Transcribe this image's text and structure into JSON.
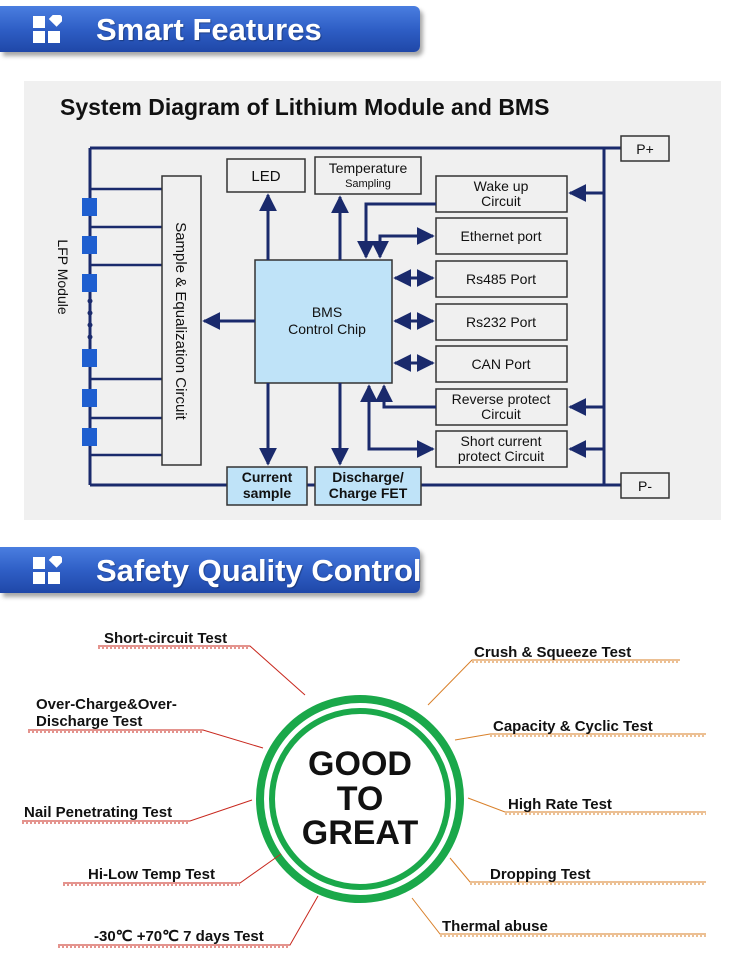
{
  "header1": {
    "title": "Smart Features"
  },
  "diagram": {
    "title": "System Diagram of Lithium Module and BMS",
    "led": "LED",
    "temp_line1": "Temperature",
    "temp_line2": "Sampling",
    "wake_line1": "Wake up",
    "wake_line2": "Circuit",
    "ethernet": "Ethernet port",
    "rs485": "Rs485 Port",
    "rs232": "Rs232 Port",
    "can": "CAN Port",
    "reverse_line1": "Reverse protect",
    "reverse_line2": "Circuit",
    "short_line1": "Short current",
    "short_line2": "protect Circuit",
    "bms_line1": "BMS",
    "bms_line2": "Control Chip",
    "sample_eq": "Sample & Equalization Circuit",
    "lfp": "LFP Module",
    "current_line1": "Current",
    "current_line2": "sample",
    "fet_line1": "Discharge/",
    "fet_line2": "Charge FET",
    "p_plus": "P+",
    "p_minus": "P-",
    "colors": {
      "line": "#1a2a6c",
      "bms_fill": "#bfe3f8",
      "cell": "#1f5fd0"
    }
  },
  "header2": {
    "title": "Safety Quality Control"
  },
  "qc": {
    "center_line1": "GOOD",
    "center_line2": "TO",
    "center_line3": "GREAT",
    "tests_left": [
      "Short-circuit Test",
      "Over-Charge&Over-",
      "Discharge Test",
      "Nail Penetrating Test",
      "Hi-Low Temp Test",
      "-30℃ +70℃ 7 days Test"
    ],
    "tests_right": [
      "Crush & Squeeze Test",
      "Capacity & Cyclic Test",
      "High Rate Test",
      "Dropping Test",
      "Thermal abuse"
    ],
    "colors": {
      "ring": "#1aa84a",
      "left_line": "#c8281e",
      "right_line": "#d9802a"
    }
  }
}
